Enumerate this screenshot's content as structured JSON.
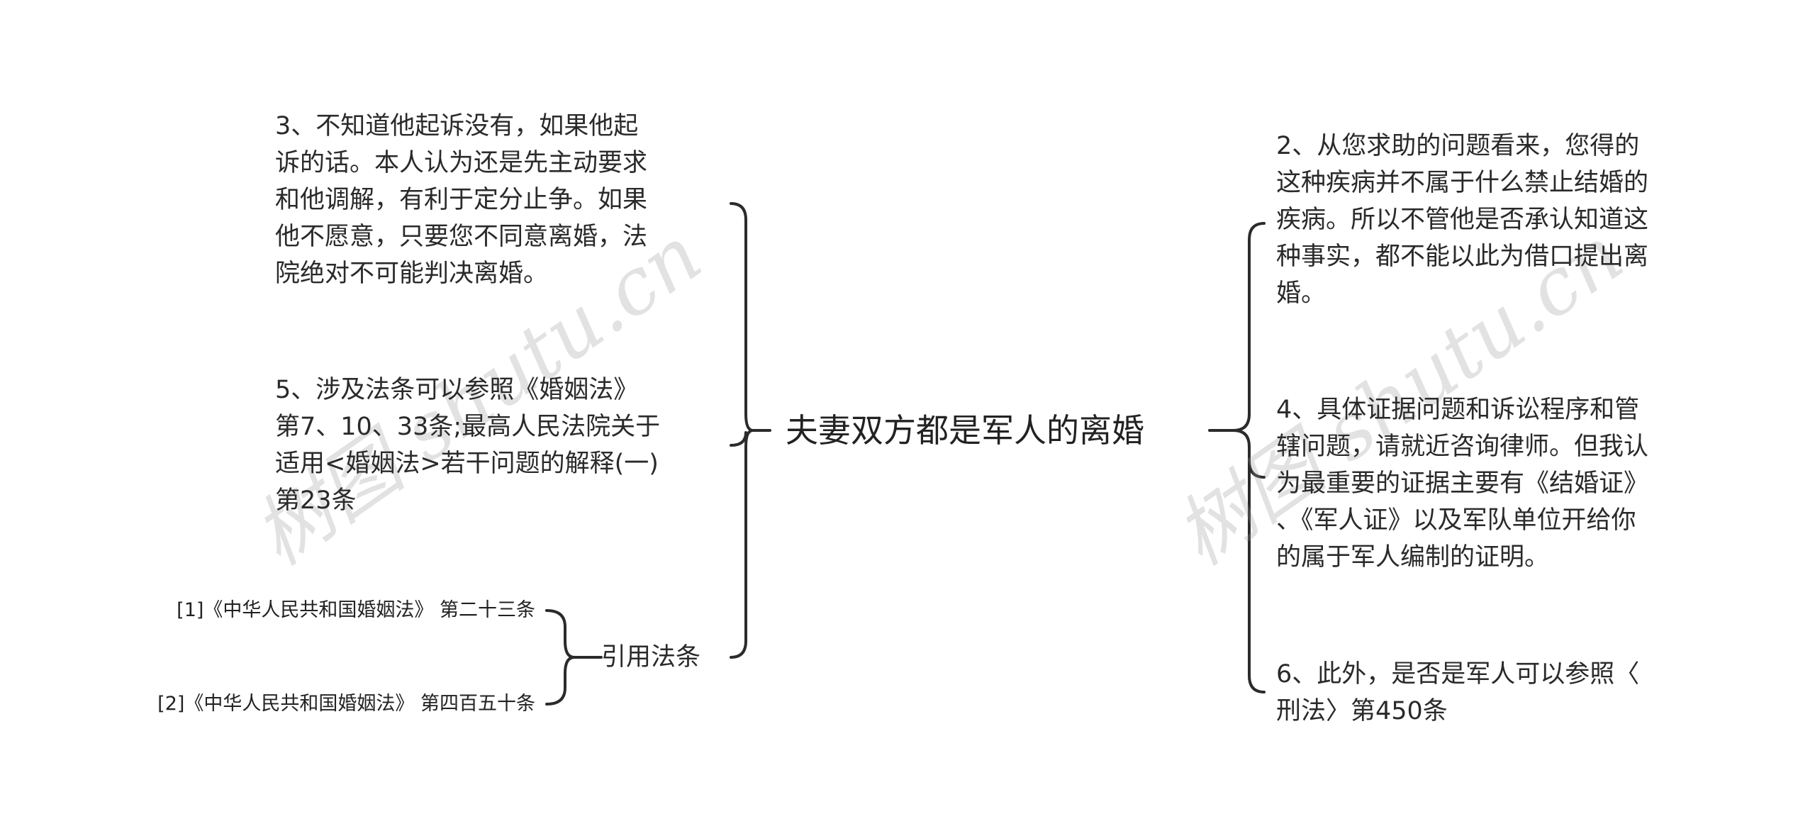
{
  "root": {
    "title": "夫妻双方都是军人的离婚"
  },
  "left": {
    "nodes": [
      {
        "text": "3、不知道他起诉没有，如果他起\n诉的话。本人认为还是先主动要求\n和他调解，有利于定分止争。如果\n他不愿意，只要您不同意离婚，法\n院绝对不可能判决离婚。"
      },
      {
        "text": "5、涉及法条可以参照《婚姻法》\n第7、10、33条;最高人民法院关于\n适用<婚姻法>若干问题的解释(一)\n第23条"
      },
      {
        "text": "引用法条"
      }
    ],
    "refs": [
      {
        "text": "[1]《中华人民共和国婚姻法》 第二十三条"
      },
      {
        "text": "[2]《中华人民共和国婚姻法》 第四百五十条"
      }
    ]
  },
  "right": {
    "nodes": [
      {
        "text": "2、从您求助的问题看来，您得的\n这种疾病并不属于什么禁止结婚的\n疾病。所以不管他是否承认知道这\n种事实，都不能以此为借口提出离\n婚。"
      },
      {
        "text": "4、具体证据问题和诉讼程序和管\n辖问题，请就近咨询律师。但我认\n为最重要的证据主要有《结婚证》\n、《军人证》以及军队单位开给你\n的属于军人编制的证明。"
      },
      {
        "text": "6、此外，是否是军人可以参照〈\n刑法〉第450条"
      }
    ]
  },
  "watermark": {
    "text": "树图 shutu.cn"
  },
  "colors": {
    "line": "#2b2b2b",
    "text": "#222222"
  }
}
